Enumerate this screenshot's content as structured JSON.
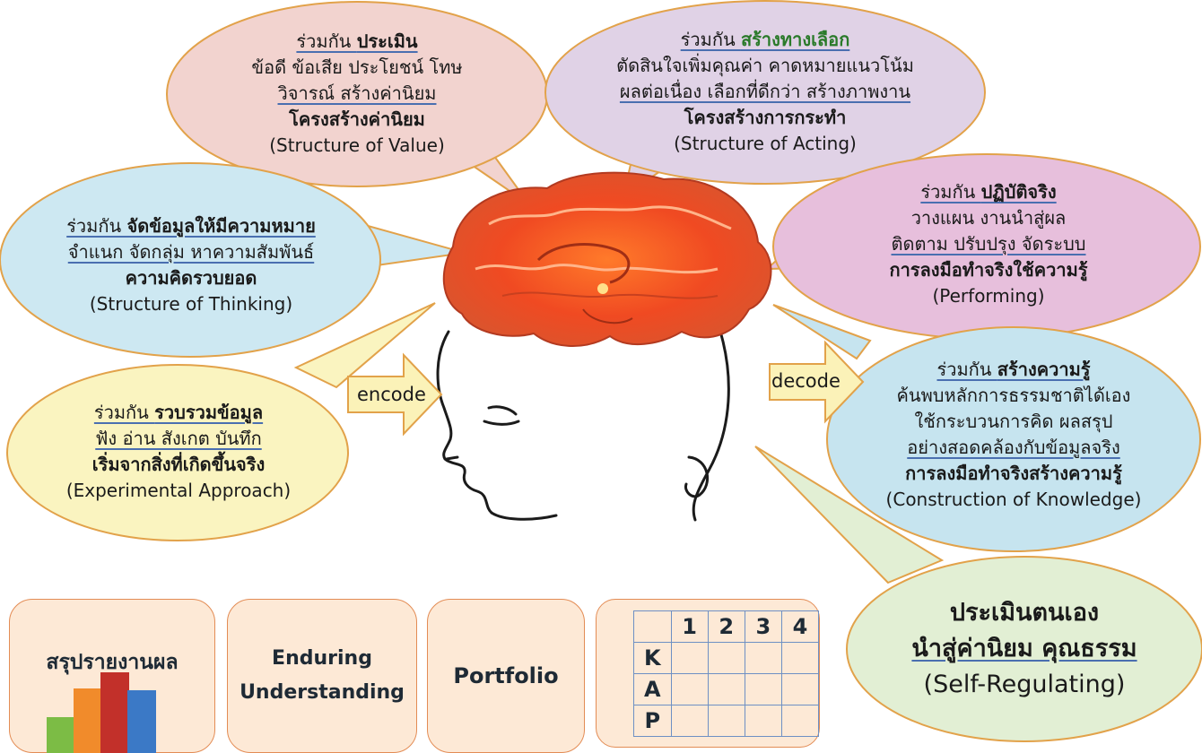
{
  "bubbles": {
    "value": {
      "line1_prefix": "ร่วมกัน ",
      "line1_bold": "ประเมิน",
      "line2": "ข้อดี ข้อเสีย ประโยชน์ โทษ",
      "line3": "วิจารณ์ สร้างค่านิยม",
      "line4": "โครงสร้างค่านิยม",
      "line5": "(Structure of Value)",
      "color": "#f2d3cf"
    },
    "acting": {
      "line1_prefix": "ร่วมกัน ",
      "line1_bold": "สร้างทางเลือก",
      "line2": "ตัดสินใจเพิ่มคุณค่า คาดหมายแนวโน้ม",
      "line3": "ผลต่อเนื่อง เลือกที่ดีกว่า สร้างภาพงาน",
      "line4": "โครงสร้างการกระทำ",
      "line5": "(Structure of Acting)",
      "color": "#e0d2e6"
    },
    "thinking": {
      "line1_prefix": "ร่วมกัน ",
      "line1_bold": "จัดข้อมูลให้มีความหมาย",
      "line2": "จำแนก จัดกลุ่ม หาความสัมพันธ์",
      "line3": "ความคิดรวบยอด",
      "line4": "(Structure of Thinking)",
      "color": "#cde8f2"
    },
    "performing": {
      "line1_prefix": "ร่วมกัน ",
      "line1_bold": "ปฏิบัติจริง",
      "line2": "วางแผน งานนำสู่ผล",
      "line3": "ติดตาม ปรับปรุง จัดระบบ",
      "line4": "การลงมือทำจริงใช้ความรู้",
      "line5": "(Performing)",
      "color": "#e7bfdc"
    },
    "experimental": {
      "line1_prefix": "ร่วมกัน ",
      "line1_bold": "รวบรวมข้อมูล",
      "line2": "ฟัง อ่าน สังเกต บันทึก",
      "line3": "เริ่มจากสิ่งที่เกิดขึ้นจริง",
      "line4": "(Experimental Approach)",
      "color": "#faf4c0"
    },
    "knowledge": {
      "line1_prefix": "ร่วมกัน ",
      "line1_bold": "สร้างความรู้",
      "line2": "ค้นพบหลักการธรรมชาติได้เอง",
      "line3": "ใช้กระบวนการคิด ผลสรุป",
      "line4": "อย่างสอดคล้องกับข้อมูลจริง",
      "line5": "การลงมือทำจริงสร้างความรู้",
      "line6": "(Construction of Knowledge)",
      "color": "#c6e4ef"
    },
    "self_regulating": {
      "line1": "ประเมินตนเอง",
      "line2": "นำสู่ค่านิยม คุณธรรม",
      "line3": "(Self-Regulating)",
      "color": "#e2efd4"
    }
  },
  "arrows": {
    "encode": "encode",
    "decode": "decode",
    "color": "#fbf2b8"
  },
  "cards": {
    "summary": "สรุปรายงานผล",
    "enduring_line1": "Enduring",
    "enduring_line2": "Understanding",
    "portfolio": "Portfolio",
    "color": "#fde9d6"
  },
  "kap_table": {
    "columns": [
      "1",
      "2",
      "3",
      "4"
    ],
    "rows": [
      "K",
      "A",
      "P"
    ]
  }
}
